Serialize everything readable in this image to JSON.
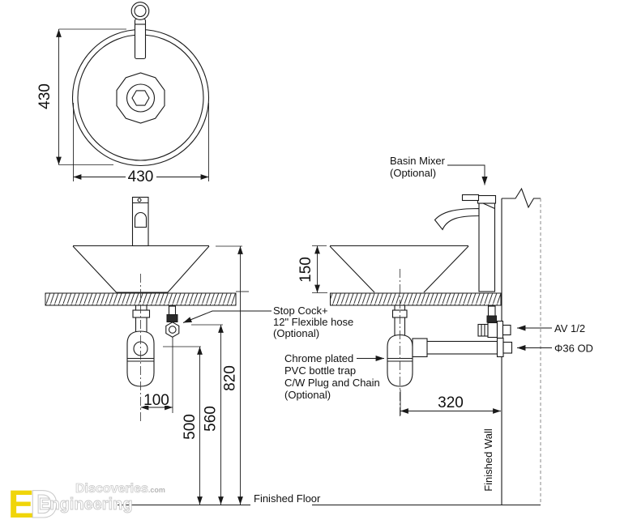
{
  "diagram": {
    "top_view": {
      "dim_width": "430",
      "dim_height": "430"
    },
    "front_view": {
      "dim_offset": "100",
      "dim_trap_height": "500",
      "dim_stopcock_height": "560",
      "dim_rim_height": "820"
    },
    "side_view": {
      "dim_basin_height": "150",
      "dim_trap_offset": "320"
    },
    "labels": {
      "basin_mixer_1": "Basin Mixer",
      "basin_mixer_2": "(Optional)",
      "stop_cock_1": "Stop Cock+",
      "stop_cock_2": "12\" Flexible hose",
      "stop_cock_3": "(Optional)",
      "trap_1": "Chrome plated",
      "trap_2": "PVC bottle trap",
      "trap_3": "C/W Plug and Chain",
      "trap_4": "(Optional)",
      "av_size": "AV 1/2",
      "pipe_od": "Φ36 OD",
      "finished_wall": "Finished Wall",
      "finished_floor": "Finished Floor"
    }
  },
  "logo": {
    "letter_e": "E",
    "letter_d": "D",
    "brand": "Discoveries",
    "brand_suffix": ".com",
    "tagline": "Engineering"
  },
  "colors": {
    "line": "#1a1a1a",
    "logo_yellow": "#f0d50a"
  }
}
